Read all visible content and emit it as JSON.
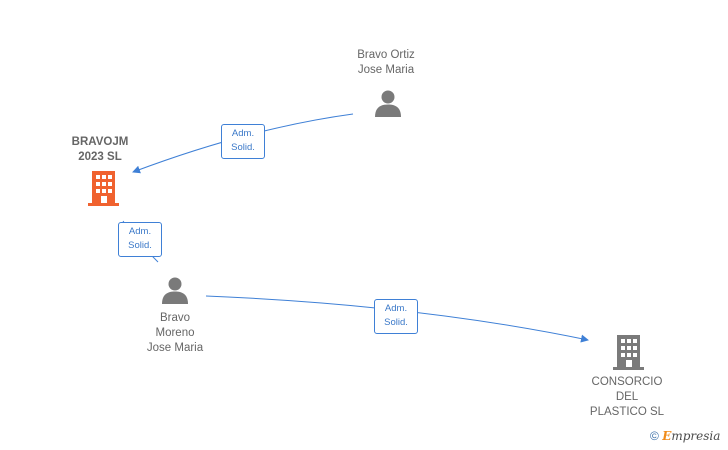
{
  "nodes": {
    "bravo_ortiz": {
      "line1": "Bravo Ortiz",
      "line2": "Jose Maria",
      "type": "person-icon"
    },
    "bravojm": {
      "line1": "BRAVOJM",
      "line2": "2023  SL",
      "type": "company-icon",
      "color": "#f0622f"
    },
    "bravo_moreno": {
      "line1": "Bravo",
      "line2": "Moreno",
      "line3": "Jose Maria",
      "type": "person-icon"
    },
    "consorcio": {
      "line1": "CONSORCIO",
      "line2": "DEL",
      "line3": "PLASTICO  SL",
      "type": "company-icon",
      "color": "#7a7a7a"
    }
  },
  "edges": [
    {
      "from": "bravo_ortiz",
      "to": "bravojm",
      "line1": "Adm.",
      "line2": "Solid."
    },
    {
      "from": "bravo_moreno",
      "to": "bravojm",
      "line1": "Adm.",
      "line2": "Solid."
    },
    {
      "from": "bravo_moreno",
      "to": "consorcio",
      "line1": "Adm.",
      "line2": "Solid."
    }
  ],
  "colors": {
    "edge": "#3f80d6",
    "label_text": "#666666",
    "person_icon": "#7a7a7a"
  },
  "watermark": {
    "copyright": "©",
    "brand_first": "E",
    "brand_rest": "mpresia"
  }
}
